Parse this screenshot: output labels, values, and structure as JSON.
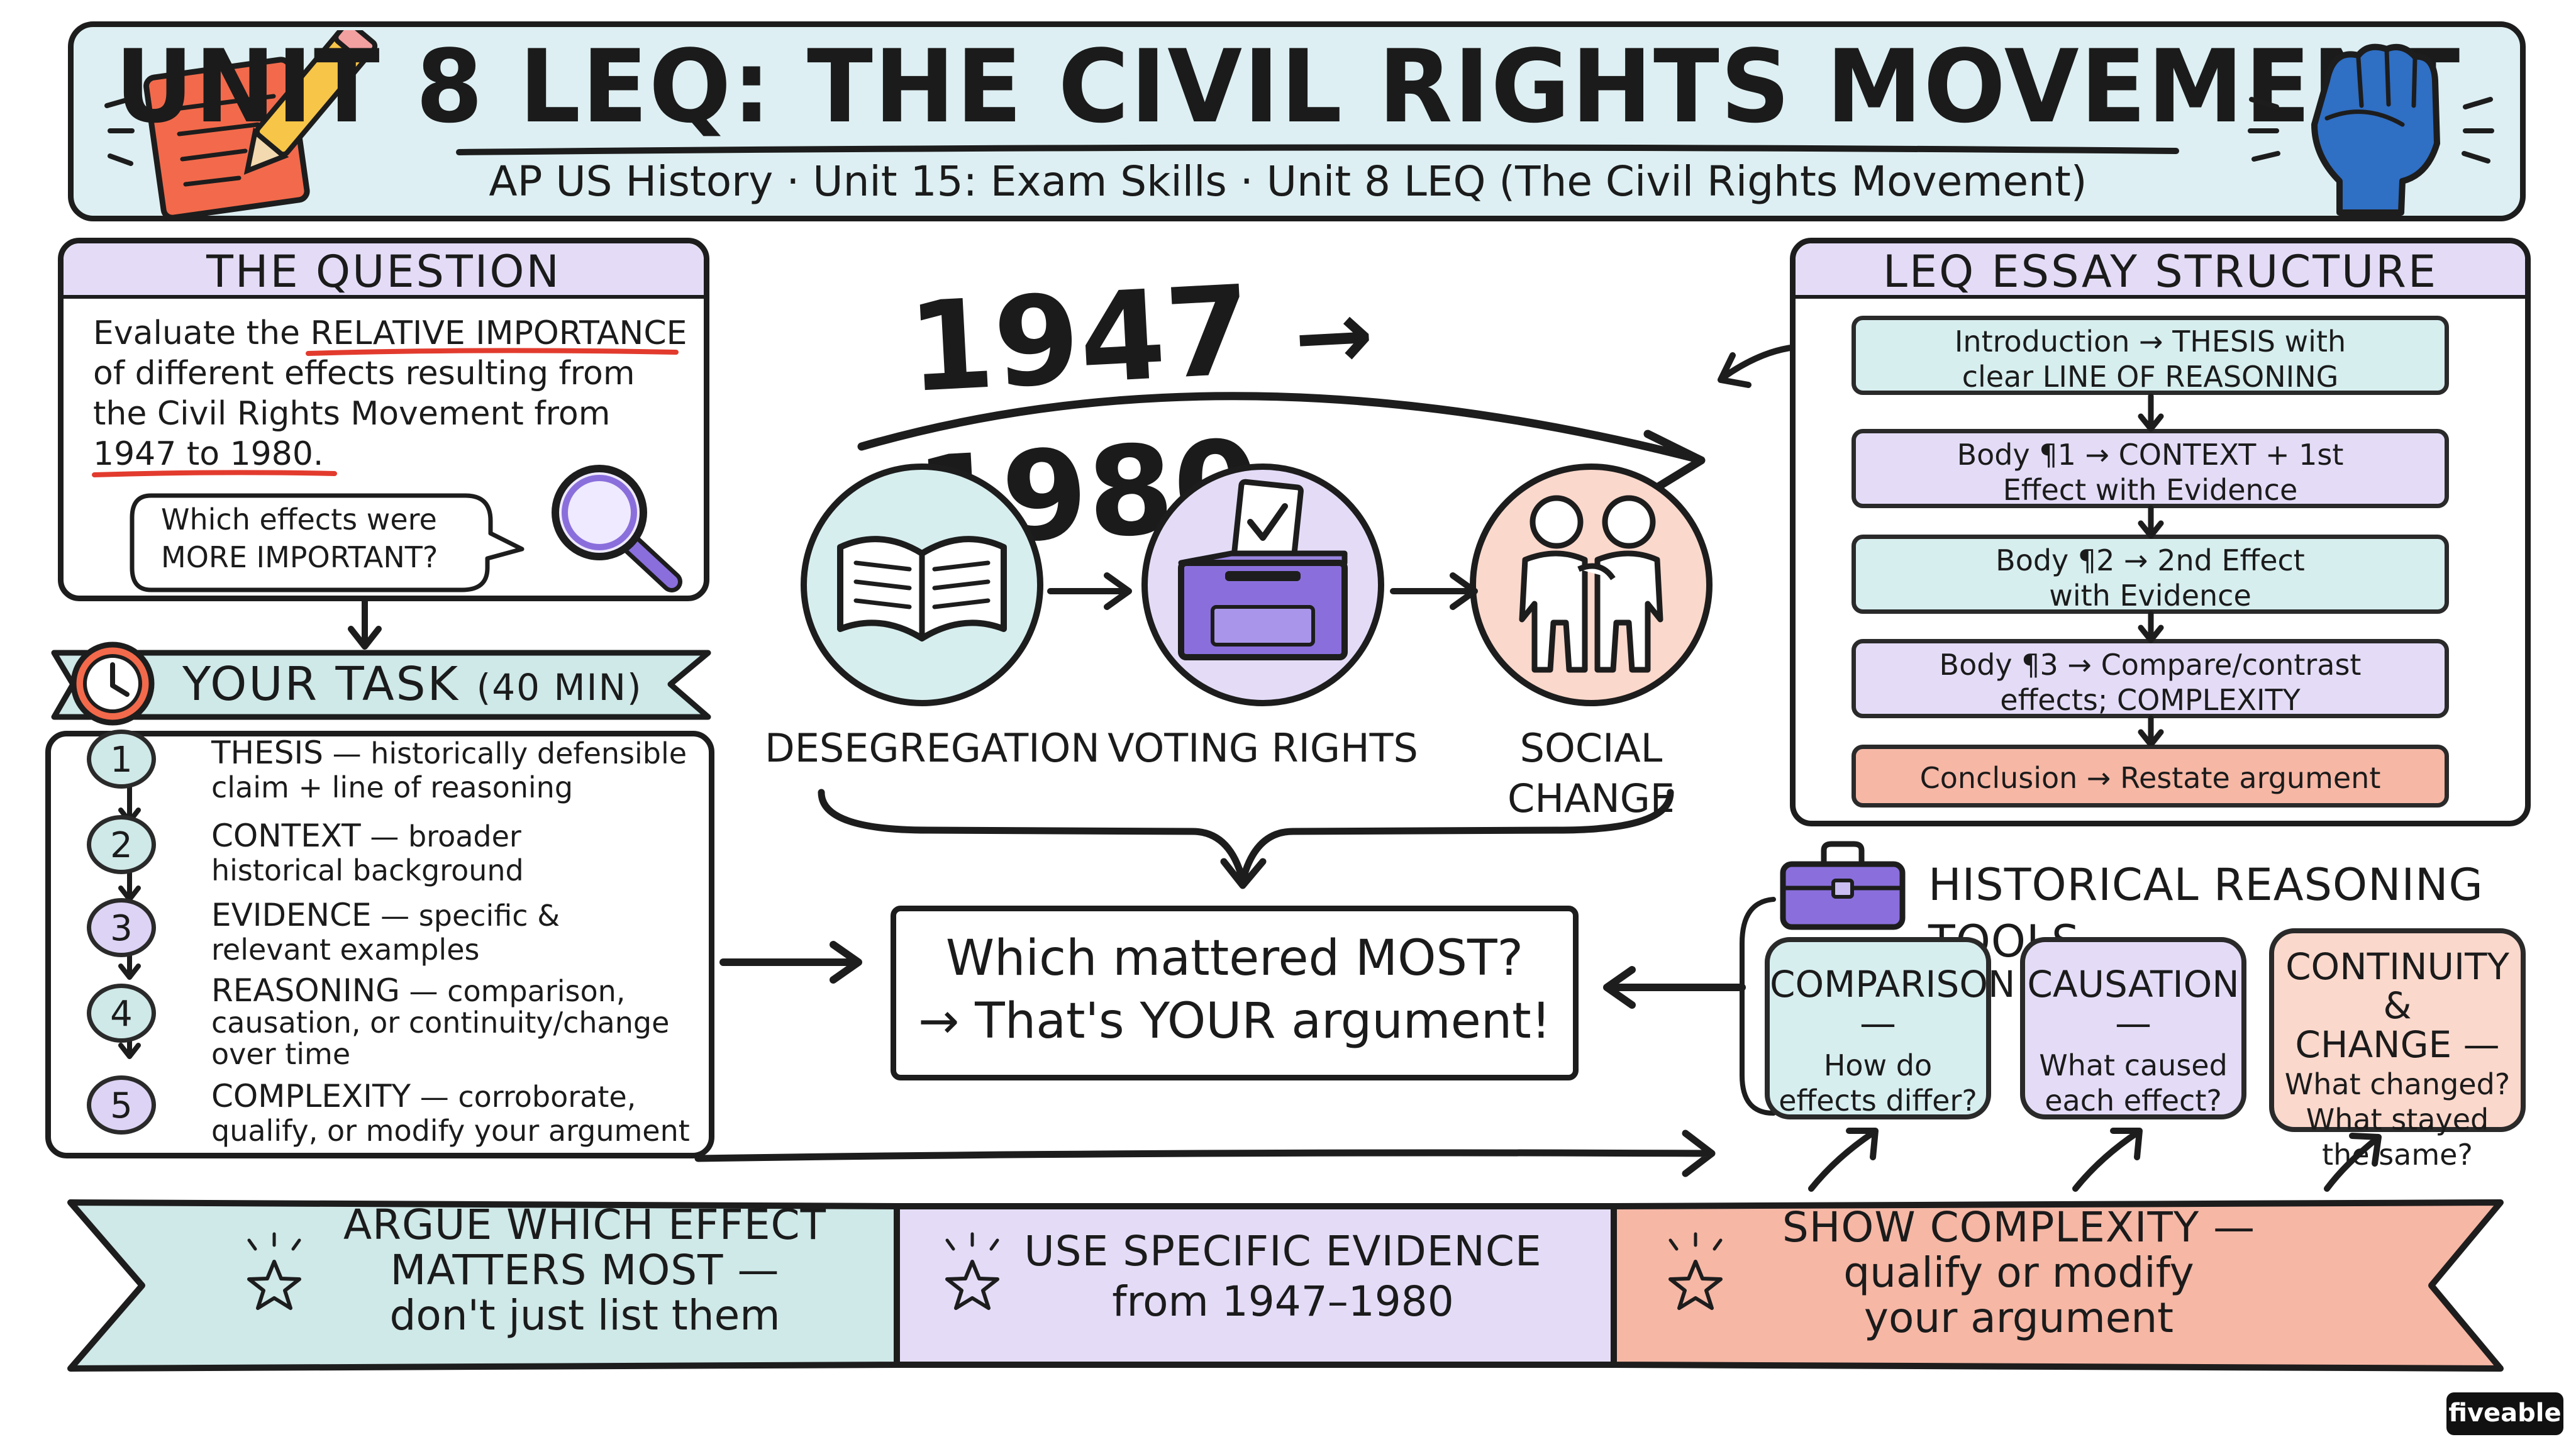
{
  "header": {
    "title": "UNIT 8 LEQ: THE CIVIL RIGHTS MOVEMENT",
    "subtitle": "AP US History · Unit 15: Exam Skills · Unit 8 LEQ (The Civil Rights Movement)"
  },
  "question": {
    "heading": "THE QUESTION",
    "lines": [
      "Evaluate the RELATIVE IMPORTANCE",
      "of different effects resulting from",
      "the Civil Rights Movement from",
      "1947 to 1980."
    ],
    "bubble": [
      "Which effects were",
      "MORE IMPORTANT?"
    ]
  },
  "task": {
    "heading": "YOUR TASK",
    "time": "(40 MIN)",
    "steps": [
      {
        "n": "1",
        "head": "THESIS",
        "line1": " — historically defensible",
        "line2": "claim + line of reasoning"
      },
      {
        "n": "2",
        "head": "CONTEXT",
        "line1": " — broader",
        "line2": "historical background"
      },
      {
        "n": "3",
        "head": "EVIDENCE",
        "line1": " — specific &",
        "line2": "relevant examples"
      },
      {
        "n": "4",
        "head": "REASONING",
        "line1": " — comparison,",
        "line2": "causation, or continuity/change",
        "line3": "over time"
      },
      {
        "n": "5",
        "head": "COMPLEXITY",
        "line1": " — corroborate,",
        "line2": "qualify, or modify your argument"
      }
    ]
  },
  "timeline": {
    "start": "1947",
    "arrow": "→",
    "end": "1980",
    "effects": [
      "DESEGREGATION",
      "VOTING RIGHTS",
      "SOCIAL CHANGE"
    ]
  },
  "center": {
    "line1": "Which mattered MOST?",
    "line2": "→ That's YOUR argument!"
  },
  "structure": {
    "heading": "LEQ ESSAY STRUCTURE",
    "steps": [
      {
        "a": "Introduction  →  THESIS with",
        "b": "clear LINE OF REASONING"
      },
      {
        "a": "Body ¶1  →  CONTEXT + 1st",
        "b": "Effect with Evidence"
      },
      {
        "a": "Body ¶2  →  2nd Effect",
        "b": "with Evidence"
      },
      {
        "a": "Body ¶3  →  Compare/contrast",
        "b": "effects; COMPLEXITY"
      },
      {
        "a": "Conclusion  →  Restate argument",
        "b": ""
      }
    ]
  },
  "tools": {
    "heading": "HISTORICAL REASONING TOOLS",
    "items": [
      {
        "head1": "COMPARISON—",
        "head2": "",
        "q1": "How do",
        "q2": "effects differ?",
        "q3": ""
      },
      {
        "head1": "CAUSATION—",
        "head2": "",
        "q1": "What caused",
        "q2": "each effect?",
        "q3": ""
      },
      {
        "head1": "CONTINUITY &",
        "head2": "CHANGE —",
        "q1": "What changed?",
        "q2": "What stayed",
        "q3": "the same?"
      }
    ]
  },
  "banner": [
    {
      "l1": "ARGUE WHICH EFFECT",
      "l2": "MATTERS MOST —",
      "l3": "don't just list them"
    },
    {
      "l1": "USE SPECIFIC EVIDENCE",
      "l2": "from 1947–1980",
      "l3": ""
    },
    {
      "l1": "SHOW COMPLEXITY —",
      "l2": "qualify or modify",
      "l3": "your argument"
    }
  ],
  "brand": "fiveable",
  "colors": {
    "header_bg": "#ddeff2",
    "lavender": "#e4dcf7",
    "teal": "#d7eeef",
    "peach": "#fbd8cc",
    "coral": "#f6b7a5",
    "underline_red": "#e23b2e",
    "fist_blue": "#2f6fc4",
    "box_purple": "#8a6fdc"
  }
}
